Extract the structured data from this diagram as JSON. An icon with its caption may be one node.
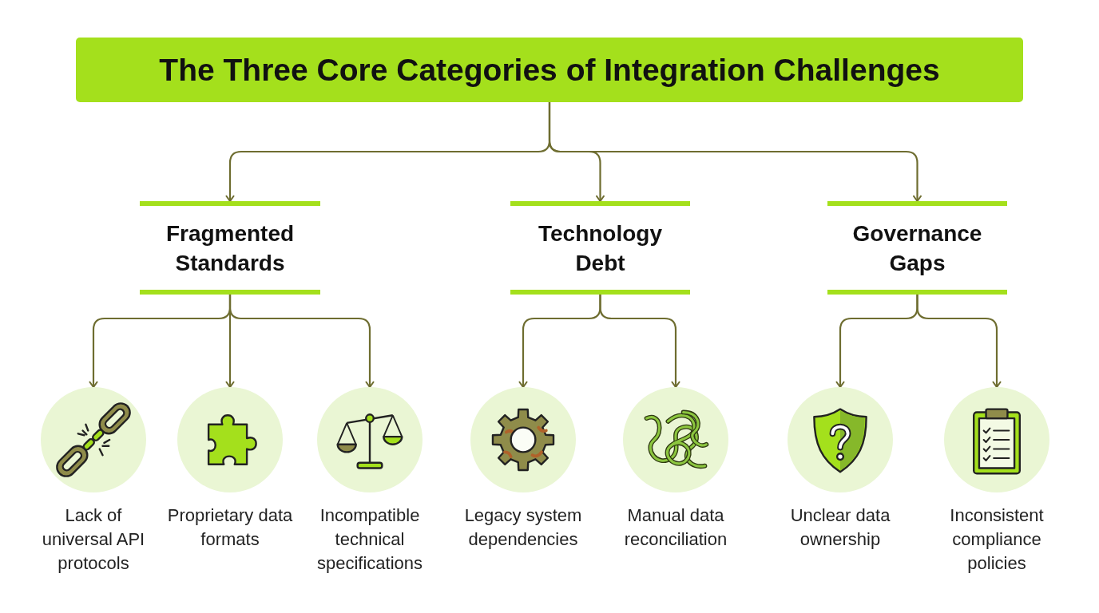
{
  "diagram": {
    "nodes": [
      {
        "text": [
          "The Three Core Categories of Integration Challenges"
        ]
      },
      {
        "text": [
          "Fragmented Standards"
        ]
      },
      {
        "text": [
          "Technology Debt"
        ]
      },
      {
        "text": [
          "Governance Gaps"
        ]
      },
      {
        "text": [],
        "shape": "circle",
        "beside": [
          "Lack of universal API protocols"
        ]
      },
      {
        "text": [],
        "shape": "circle",
        "beside": [
          "Proprietary data formats"
        ]
      },
      {
        "text": [],
        "shape": "circle",
        "beside": [
          "Incompatible technical specifications"
        ]
      },
      {
        "text": [],
        "shape": "circle",
        "beside": [
          "Legacy system dependencies"
        ]
      },
      {
        "text": [],
        "shape": "circle",
        "beside": [
          "Manual data reconciliation"
        ]
      },
      {
        "text": [],
        "shape": "circle",
        "beside": [
          "Unclear data ownership"
        ]
      },
      {
        "text": [],
        "shape": "circle",
        "beside": [
          "Inconsistent compliance policies"
        ]
      }
    ],
    "edges": [
      {
        "from": 0,
        "to": 1,
        "arrow": "to"
      },
      {
        "from": 0,
        "to": 2,
        "arrow": "to"
      },
      {
        "from": 0,
        "to": 3,
        "arrow": "to"
      },
      {
        "from": 1,
        "to": 4,
        "arrow": "to"
      },
      {
        "from": 1,
        "to": 5,
        "arrow": "to"
      },
      {
        "from": 1,
        "to": 6,
        "arrow": "to"
      },
      {
        "from": 2,
        "to": 7,
        "arrow": "to"
      },
      {
        "from": 2,
        "to": 8,
        "arrow": "to"
      },
      {
        "from": 3,
        "to": 9,
        "arrow": "to"
      },
      {
        "from": 3,
        "to": 10,
        "arrow": "to"
      }
    ]
  }
}
